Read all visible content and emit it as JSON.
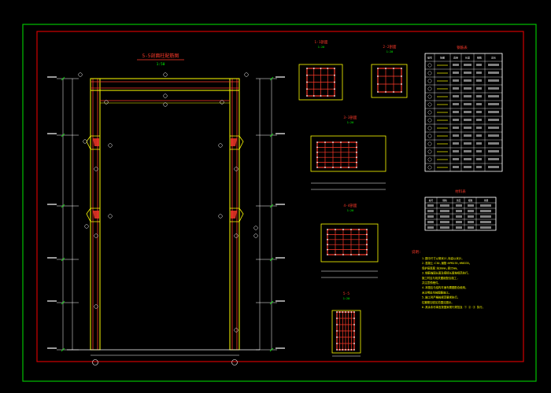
{
  "colors": {
    "background": "#000000",
    "outer_frame": "#00c000",
    "inner_frame": "#d00000",
    "column": "#ffff00",
    "rebar": "#ff3a2a",
    "dimension": "#ffffff",
    "annotation": "#ffff00",
    "tick": "#00ff00",
    "grid_cyan": "#00e0e0"
  },
  "drawing": {
    "main_title": "5-5剖面柱配筋图",
    "main_scale": "1:50"
  },
  "sections": [
    {
      "id": "s1",
      "title": "1-1剖面",
      "scale": "1:20"
    },
    {
      "id": "s2",
      "title": "2-2剖面",
      "scale": "1:20"
    },
    {
      "id": "s3",
      "title": "3-3剖面",
      "scale": "1:20"
    },
    {
      "id": "s4",
      "title": "4-4剖面",
      "scale": "1:20"
    },
    {
      "id": "s5",
      "title": "5-5",
      "scale": "1:20"
    }
  ],
  "tables": {
    "rebar_table_title": "钢筋表",
    "rebar_header": [
      "编号",
      "简图",
      "直径",
      "长度",
      "根数",
      "总长"
    ],
    "summary_table_title": "材料表",
    "summary_header": [
      "编号",
      "规格",
      "长度",
      "根数",
      "重量"
    ]
  },
  "notes": {
    "title": "说明:",
    "lines": [
      "1.图中尺寸以毫米计,标高以米计。",
      "2.混凝土:C30,钢筋:HPB235,HRB335。",
      "  保护层厚度:柱30mm,梁25mm。",
      "3.钢筋锚固长度及搭接长度按规范执行。",
      "  施工时应与相关图纸配合施工,",
      "  并注意预埋件。",
      "4.本图应与结构平面布置图配合使用。",
      "  未注明处均按图集施工。",
      "5.施工时严格按规范要求执行。",
      "  柱箍筋加密区范围见图示。",
      "6.其余未尽事宜按国家现行规范及 ① ② ③ 执行。"
    ]
  }
}
